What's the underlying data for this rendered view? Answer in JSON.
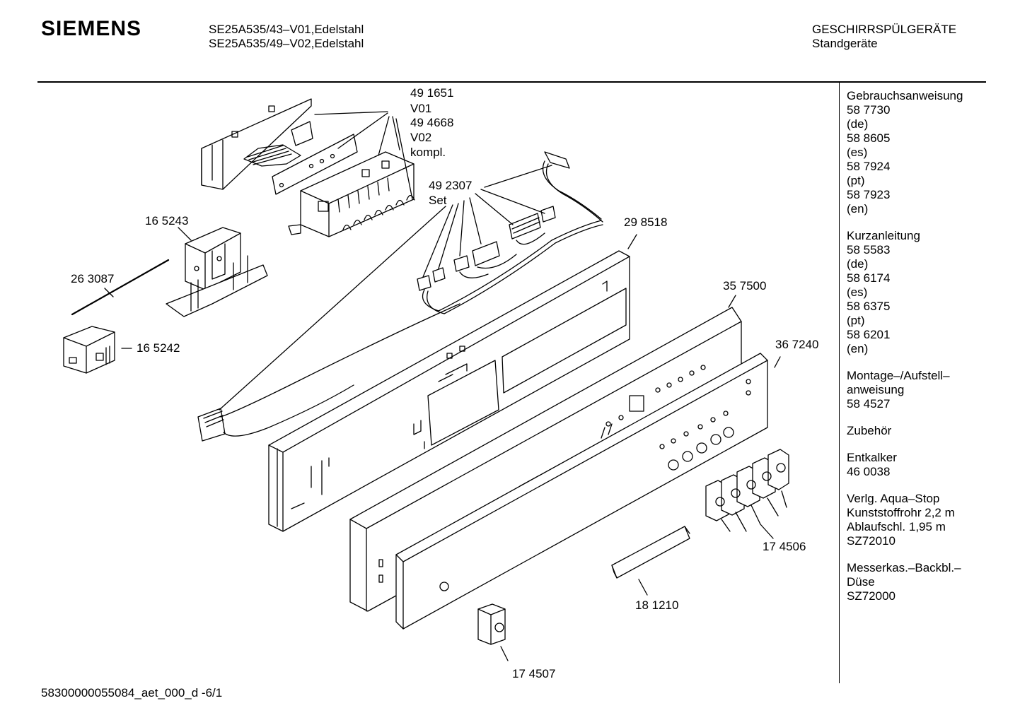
{
  "header": {
    "brand": "SIEMENS",
    "models": [
      "SE25A535/43–V01,Edelstahl",
      "SE25A535/49–V02,Edelstahl"
    ],
    "category": [
      "GESCHIRRSPÜLGERÄTE",
      "Standgeräte"
    ]
  },
  "parts": {
    "p491651": [
      "49 1651",
      "V01",
      "49 4668",
      "V02",
      "kompl."
    ],
    "p492307": [
      "49 2307",
      "Set"
    ],
    "p165243": "16 5243",
    "p263087": "26 3087",
    "p165242": "16 5242",
    "p298518": "29 8518",
    "p357500": "35 7500",
    "p367240": "36 7240",
    "p174506": "17 4506",
    "p181210": "18 1210",
    "p174507": "17 4507"
  },
  "sidebar": [
    [
      "Gebrauchsanweisung",
      "58 7730",
      "(de)",
      "58 8605",
      "(es)",
      "58 7924",
      "(pt)",
      "58 7923",
      "(en)"
    ],
    [
      "Kurzanleitung",
      "58 5583",
      "(de)",
      "58 6174",
      "(es)",
      "58 6375",
      "(pt)",
      "58 6201",
      "(en)"
    ],
    [
      "Montage–/Aufstell–",
      "anweisung",
      "58 4527"
    ],
    [
      "Zubehör"
    ],
    [
      "Entkalker",
      "46 0038"
    ],
    [
      "Verlg. Aqua–Stop",
      "Kunststoffrohr 2,2 m",
      "Ablaufschl. 1,95 m",
      "SZ72010"
    ],
    [
      "Messerkas.–Backbl.–",
      "Düse",
      "SZ72000"
    ]
  ],
  "footer": "58300000055084_aet_000_d   -6/1"
}
